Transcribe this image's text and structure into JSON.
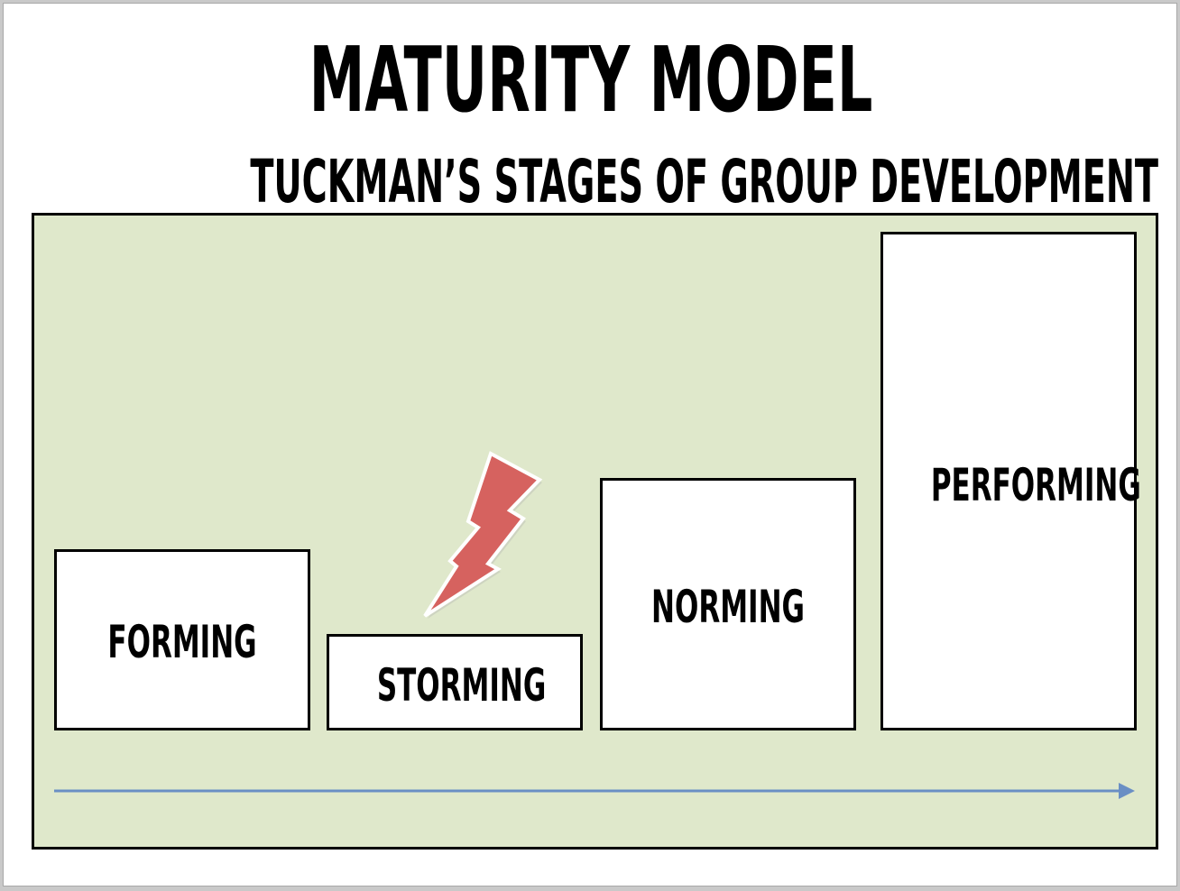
{
  "title": "MATURITY MODEL",
  "subtitle": "TUCKMAN’S STAGES OF GROUP DEVELOPMENT",
  "stages": [
    {
      "label": "FORMING"
    },
    {
      "label": "STORMING"
    },
    {
      "label": "NORMING"
    },
    {
      "label": "PERFORMING"
    }
  ],
  "colors": {
    "panel_background": "#dfe8cb",
    "lightning": "#d6625f",
    "arrow": "#6a8fc4"
  },
  "icons": {
    "conflict": "lightning-bolt-icon",
    "progression": "arrow-right-icon"
  }
}
